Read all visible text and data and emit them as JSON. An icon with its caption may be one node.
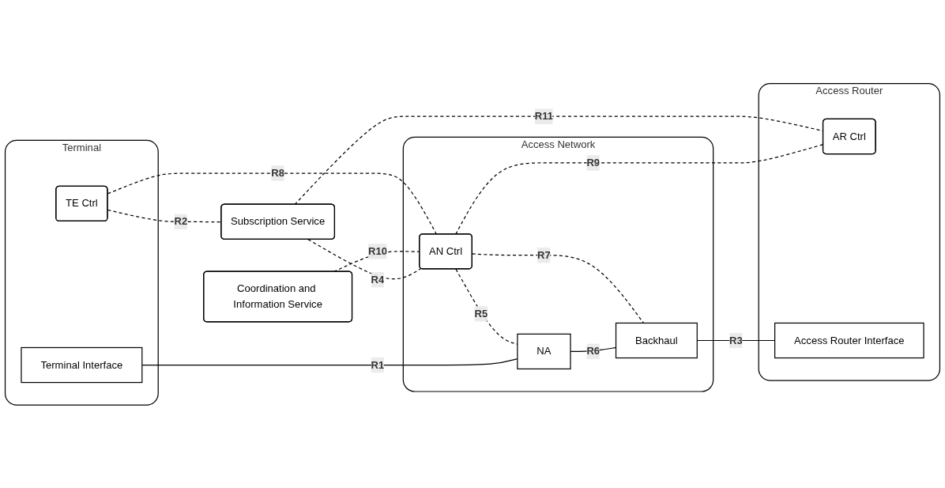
{
  "diagram": {
    "nodes": [
      {
        "text": [
          "Terminal"
        ]
      },
      {
        "text": [
          "TE Ctrl"
        ],
        "in": 0
      },
      {
        "text": [
          "Terminal Interface"
        ],
        "in": 0
      },
      {
        "text": [
          "Coordination and Information Service"
        ]
      },
      {
        "text": [
          "Subscription Service"
        ]
      },
      {
        "text": [
          "Access Network"
        ]
      },
      {
        "text": [
          "AN Ctrl"
        ],
        "in": 5
      },
      {
        "text": [
          "NA"
        ],
        "in": 5
      },
      {
        "text": [
          "Backhaul"
        ],
        "in": 5
      },
      {
        "text": [
          "Access Router"
        ]
      },
      {
        "text": [
          "AR Ctrl"
        ],
        "in": 9
      },
      {
        "text": [
          "Access Router Interface"
        ],
        "in": 9
      }
    ],
    "edges": [
      {
        "from": 1,
        "to": 4,
        "arrow": "none",
        "label": "R2",
        "style": "dashed"
      },
      {
        "from": 1,
        "to": 6,
        "arrow": "none",
        "label": "R8",
        "style": "dashed"
      },
      {
        "from": 3,
        "to": 6,
        "arrow": "none",
        "label": "R10",
        "style": "dashed"
      },
      {
        "from": 4,
        "to": 6,
        "arrow": "none",
        "label": "R4",
        "style": "dashed"
      },
      {
        "from": 4,
        "to": 10,
        "arrow": "none",
        "label": "R11",
        "style": "dashed"
      },
      {
        "from": 6,
        "to": 10,
        "arrow": "none",
        "label": "R9",
        "style": "dashed"
      },
      {
        "from": 6,
        "to": 7,
        "arrow": "none",
        "label": "R5",
        "style": "dashed"
      },
      {
        "from": 6,
        "to": 8,
        "arrow": "none",
        "label": "R7",
        "style": "dashed"
      },
      {
        "from": 2,
        "to": 7,
        "arrow": "none",
        "label": "R1"
      },
      {
        "from": 7,
        "to": 8,
        "arrow": "none",
        "label": "R6"
      },
      {
        "from": 8,
        "to": 11,
        "arrow": "none",
        "label": "R3"
      }
    ]
  }
}
